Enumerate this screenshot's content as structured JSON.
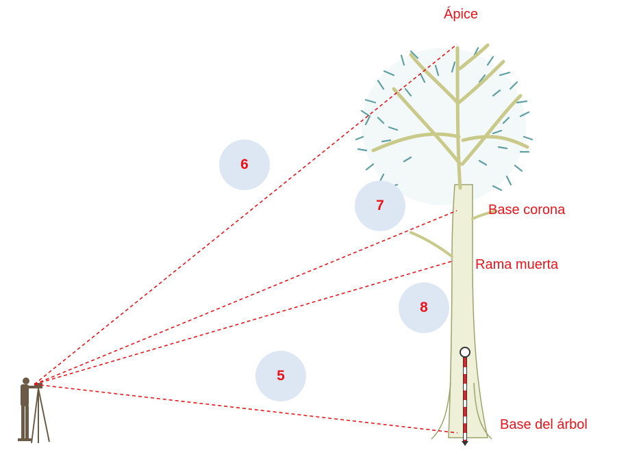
{
  "labels": {
    "apex": "Ápice",
    "crown_base": "Base corona",
    "dead_branch": "Rama muerta",
    "tree_base": "Base del árbol"
  },
  "markers": {
    "m6": "6",
    "m7": "7",
    "m8": "8",
    "m5": "5"
  },
  "colors": {
    "label_red": "#e8141a",
    "sight_line": "#e8141a",
    "circle_fill": "#dde7f3",
    "foliage": "#5e9fa3",
    "branch": "#c9c98a",
    "trunk": "#eef0d8",
    "trunk_edge": "#9da36a",
    "observer": "#6b5a45",
    "pole_red": "#d9252b"
  },
  "icons": {
    "observer": "person-with-clinometer-icon",
    "tree": "tree-illustration",
    "pole": "measuring-pole-icon"
  }
}
